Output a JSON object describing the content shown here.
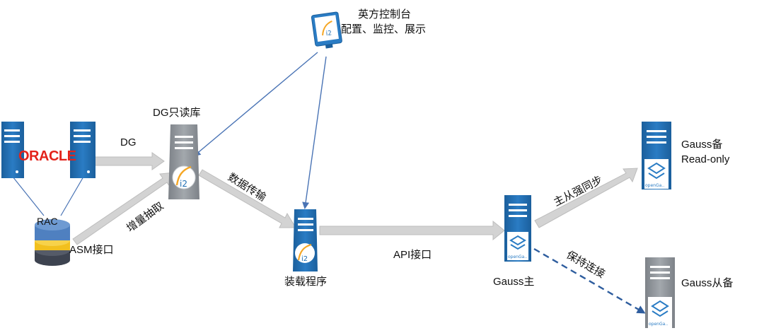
{
  "nodes": {
    "console": {
      "title": "英方控制台",
      "subtitle": "配置、监控、展示",
      "icon": "monitor-i2-icon"
    },
    "oracle_rac": {
      "logo_text": "ORACLE",
      "rac_label": "RAC",
      "asm_label": "ASM接口",
      "icon": "server-icon"
    },
    "dg_readonly": {
      "label": "DG只读库",
      "icon": "i2-server-icon"
    },
    "loader": {
      "label": "装载程序",
      "icon": "i2-server-icon"
    },
    "gauss_primary": {
      "label": "Gauss主",
      "icon": "opengauss-server-icon"
    },
    "gauss_standby": {
      "label": "Gauss备",
      "sublabel": "Read-only",
      "icon": "opengauss-server-icon"
    },
    "gauss_cascade": {
      "label": "Gauss从备",
      "icon": "opengauss-server-icon"
    }
  },
  "edges": {
    "dg": "DG",
    "incremental": "增量抽取",
    "data_transfer": "数据传输",
    "api": "API接口",
    "sync": "主从强同步",
    "keepalive": "保持连接"
  },
  "colors": {
    "server_blue": "#1f6fb4",
    "server_gray": "#8f949a",
    "arrow_gray": "#d0d0d0",
    "line_blue": "#4a74b5",
    "dashed_blue": "#2e5d9e",
    "i2_orange": "#f5a623"
  }
}
